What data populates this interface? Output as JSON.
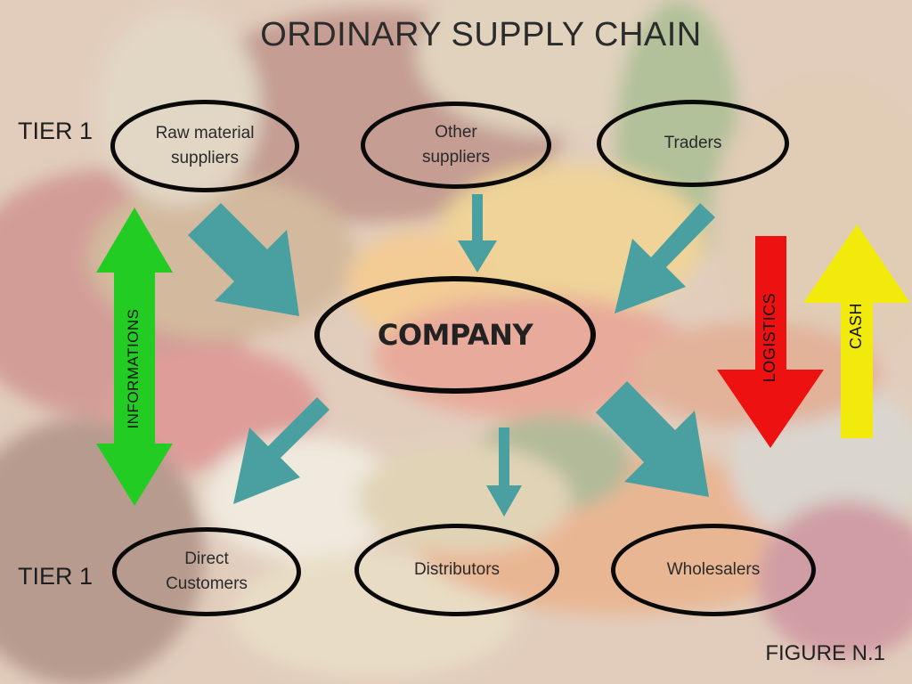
{
  "title": "ORDINARY SUPPLY CHAIN",
  "tiers": {
    "top": "TIER 1",
    "bottom": "TIER 1"
  },
  "nodes": {
    "raw_material": "Raw material suppliers",
    "other_suppliers": "Other suppliers",
    "traders": "Traders",
    "company": "COMPANY",
    "direct_customers": "Direct Customers",
    "distributors": "Distributors",
    "wholesalers": "Wholesalers"
  },
  "flows": {
    "informations": "INFORMATIONS",
    "logistics": "LOGISTICS",
    "cash": "CASH"
  },
  "figure_label": "FIGURE N.1",
  "colors": {
    "flow_arrow": "#4a9fa0",
    "informations": "#22cc22",
    "logistics": "#ee1111",
    "cash": "#f2ea0a",
    "ellipse_border": "#0a0a0a"
  }
}
